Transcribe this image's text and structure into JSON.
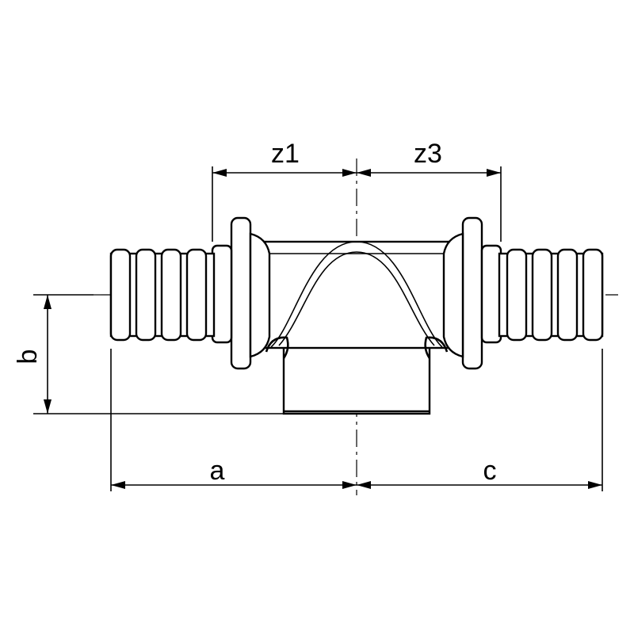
{
  "diagram": {
    "dimensions": {
      "z1": "z1",
      "z3": "z3",
      "a": "a",
      "b": "b",
      "c": "c"
    },
    "colors": {
      "line": "#000000",
      "background": "#ffffff"
    }
  }
}
